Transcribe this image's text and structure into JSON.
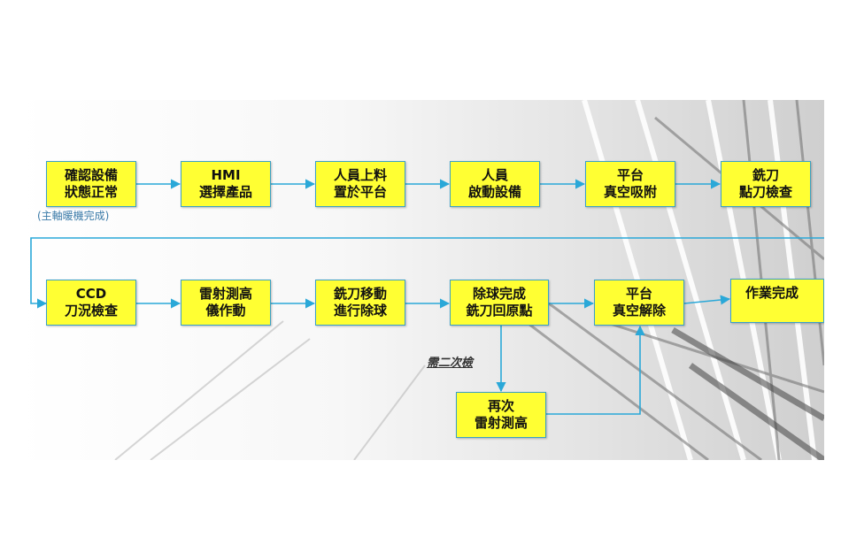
{
  "colors": {
    "box_fill": "#ffff33",
    "box_border": "#3aa0c8",
    "arrow": "#2aa8d8"
  },
  "steps": {
    "s1": {
      "line1": "確認設備",
      "line2": "狀態正常"
    },
    "s2": {
      "line1": "HMI",
      "line2": "選擇產品"
    },
    "s3": {
      "line1": "人員上料",
      "line2": "置於平台"
    },
    "s4": {
      "line1": "人員",
      "line2": "啟動設備"
    },
    "s5": {
      "line1": "平台",
      "line2": "真空吸附"
    },
    "s6": {
      "line1": "銑刀",
      "line2": "點刀檢查"
    },
    "s7": {
      "line1": "CCD",
      "line2": "刀況檢查"
    },
    "s8": {
      "line1": "雷射測高",
      "line2": "儀作動"
    },
    "s9": {
      "line1": "銑刀移動",
      "line2": "進行除球"
    },
    "s10": {
      "line1": "除球完成",
      "line2": "銑刀回原點"
    },
    "s11": {
      "line1": "平台",
      "line2": "真空解除"
    },
    "s12": {
      "line1": "作業完成"
    },
    "s13": {
      "line1": "再次",
      "line2": "雷射測高"
    }
  },
  "notes": {
    "warmup": "(主軸暖機完成)",
    "branch": "需二次檢"
  }
}
